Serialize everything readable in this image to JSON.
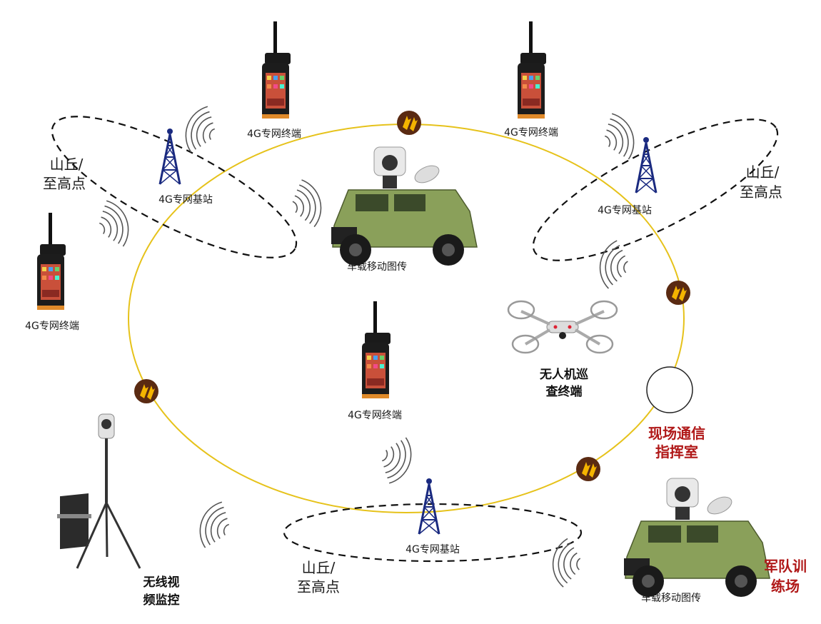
{
  "colors": {
    "ring": "#e6c21a",
    "ellipse": "#111111",
    "tower": "#1a2a80",
    "relay": "#5a2a12",
    "relay_arrows": "#f5b400",
    "vehicle": "#8aa05a",
    "red_text": "#b01818"
  },
  "icons": {
    "phone": "radio-terminal-icon",
    "tower": "base-station-icon",
    "relay": "relay-node-icon",
    "signal": "signal-wave-icon",
    "vehicle": "vehicle-icon",
    "drone": "drone-icon",
    "camera": "camera-tripod-icon",
    "command": "command-room-icon"
  },
  "labels": {
    "terminal_top_left": "4G专网终端",
    "terminal_top_right": "4G专网终端",
    "terminal_left": "4G专网终端",
    "terminal_center": "4G专网终端",
    "base_left": "4G专网基站",
    "base_right": "4G专网基站",
    "base_bottom": "4G专网基站",
    "vehicle_top": "车载移动图传",
    "vehicle_bottom": "车载移动图传",
    "hill_left_1": "山丘/",
    "hill_left_2": "至高点",
    "hill_right_1": "山丘/",
    "hill_right_2": "至高点",
    "hill_bottom_1": "山丘/",
    "hill_bottom_2": "至高点",
    "drone_1": "无人机巡",
    "drone_2": "查终端",
    "command_1": "现场通信",
    "command_2": "指挥室",
    "camera_1": "无线视",
    "camera_2": "频监控",
    "field_1": "军队训",
    "field_2": "练场"
  }
}
